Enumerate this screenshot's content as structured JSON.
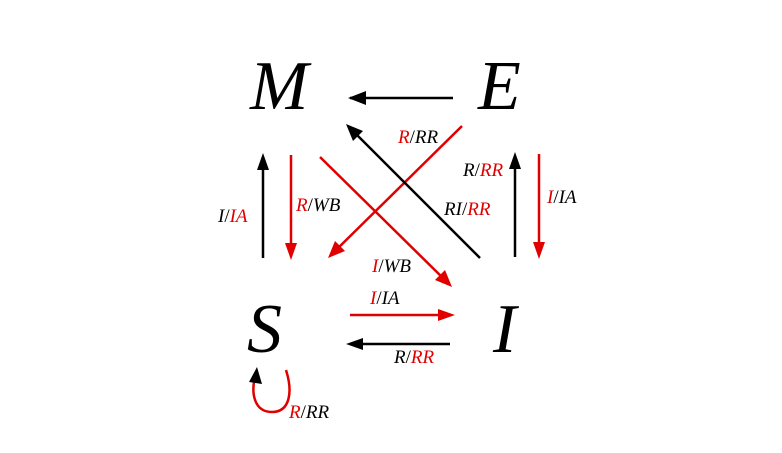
{
  "colors": {
    "black": "#000000",
    "red": "#e00000"
  },
  "nodes": {
    "M": "M",
    "E": "E",
    "S": "S",
    "I": "I"
  },
  "labels": {
    "e_to_m": {
      "left": "R",
      "sep": "/",
      "right": "RR",
      "left_color": "red",
      "right_color": "black"
    },
    "i_to_m": {
      "left": "RI",
      "sep": "/",
      "right": "RR",
      "left_color": "black",
      "right_color": "red"
    },
    "i_to_e": {
      "left": "R",
      "sep": "/",
      "right": "RR",
      "left_color": "black",
      "right_color": "red"
    },
    "e_to_i": {
      "left": "I",
      "sep": "/",
      "right": "IA",
      "left_color": "red",
      "right_color": "black"
    },
    "s_to_m": {
      "left": "I",
      "sep": "/",
      "right": "IA",
      "left_color": "black",
      "right_color": "red"
    },
    "m_to_s": {
      "left": "R",
      "sep": "/",
      "right": "WB",
      "left_color": "red",
      "right_color": "black"
    },
    "m_to_i": {
      "left": "I",
      "sep": "/",
      "right": "WB",
      "left_color": "red",
      "right_color": "black"
    },
    "s_to_i": {
      "left": "I",
      "sep": "/",
      "right": "IA",
      "left_color": "red",
      "right_color": "black"
    },
    "i_to_s": {
      "left": "R",
      "sep": "/",
      "right": "RR",
      "left_color": "black",
      "right_color": "red"
    },
    "s_to_s": {
      "left": "R",
      "sep": "/",
      "right": "RR",
      "left_color": "red",
      "right_color": "black"
    }
  }
}
